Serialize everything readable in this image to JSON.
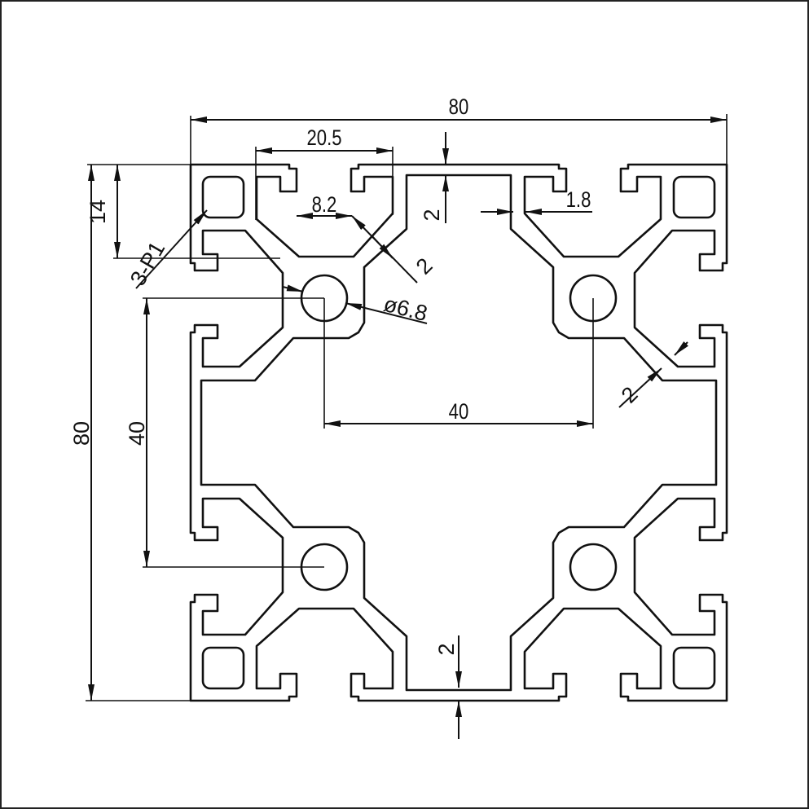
{
  "drawing": {
    "title": "80x80 aluminium extrusion profile cross-section",
    "colors": {
      "line": "#111111",
      "background": "#ffffff"
    },
    "dimensions": {
      "overall_width": "80",
      "overall_height": "80",
      "slot_cavity_width": "20.5",
      "slot_opening": "8.2",
      "top_wall": "2",
      "diag_wall": "2",
      "lip": "1.8",
      "slot_depth": "14",
      "corner_radius": "3-P1",
      "hole_diameter": "ø6.8",
      "hole_pitch_h": "40",
      "hole_pitch_v": "40",
      "right_diag_wall": "2",
      "bottom_wall": "2"
    }
  }
}
